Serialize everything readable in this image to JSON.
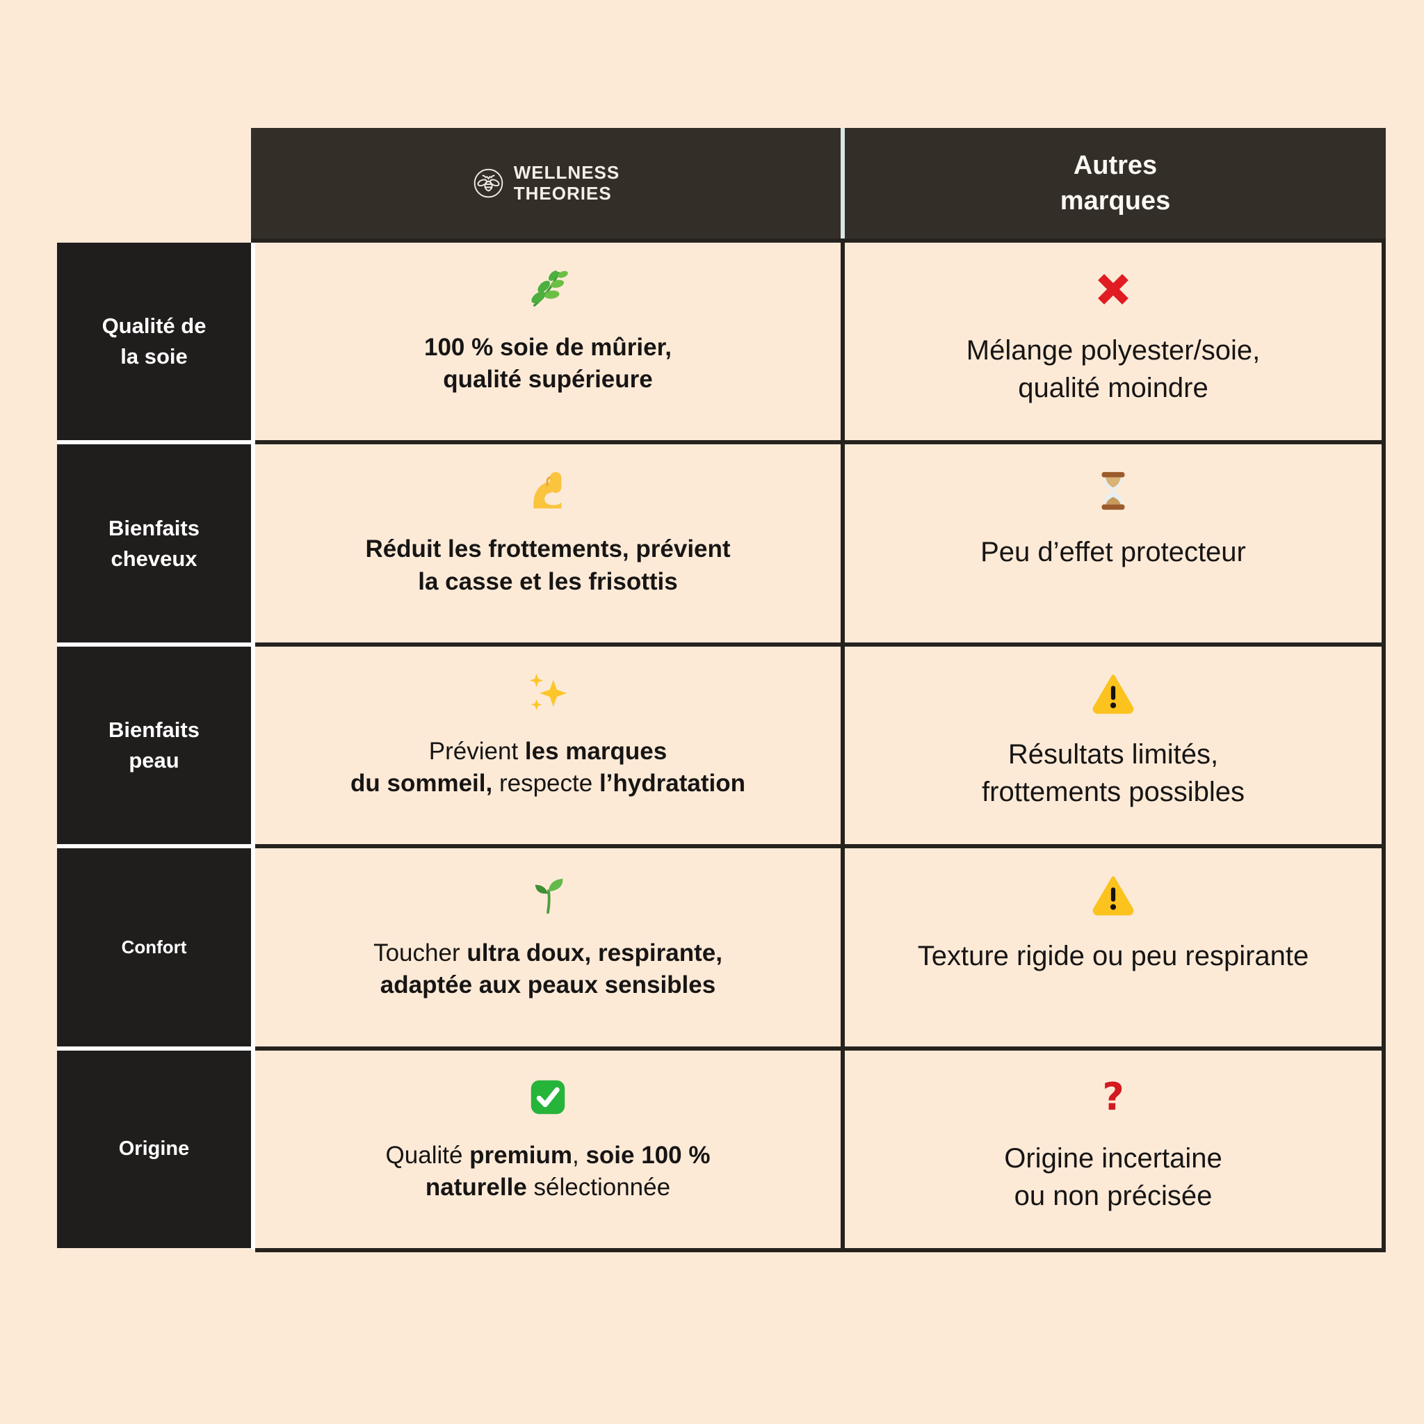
{
  "page": {
    "background": "#fcead7"
  },
  "colors": {
    "cream": "#fcead7",
    "header_bg": "#332e28",
    "label_bg": "#201e1d",
    "table_border": "#26221e",
    "header_divider": "#d9e6e4",
    "gap_white": "#ffffff",
    "text_dark": "#171514",
    "cross_red": "#e01b22",
    "question_red": "#d41920",
    "warning_yellow": "#fcc21d",
    "check_green": "#27b43a"
  },
  "header": {
    "brand": {
      "icon": "bee-logo-icon",
      "lines": [
        "WELLNESS",
        "THEORIES"
      ]
    },
    "other_brands": {
      "lines": [
        "Autres",
        "marques"
      ]
    }
  },
  "rows": [
    {
      "label_lines": [
        "Qualité de",
        "la soie"
      ],
      "left": {
        "icon": "herb-icon",
        "lines": [
          [
            {
              "t": "100 % soie de mûrier,",
              "b": true
            }
          ],
          [
            {
              "t": "qualité supérieure",
              "b": true
            }
          ]
        ]
      },
      "right": {
        "icon": "cross-mark-icon",
        "lines": [
          [
            {
              "t": "Mélange polyester/soie,",
              "b": false
            }
          ],
          [
            {
              "t": "qualité moindre",
              "b": false
            }
          ]
        ]
      }
    },
    {
      "label_lines": [
        "Bienfaits",
        "cheveux"
      ],
      "left": {
        "icon": "flexed-biceps-icon",
        "lines": [
          [
            {
              "t": "Réduit les frottements, prévient",
              "b": true
            }
          ],
          [
            {
              "t": "la casse et les frisottis",
              "b": true
            }
          ]
        ]
      },
      "right": {
        "icon": "hourglass-icon",
        "lines": [
          [
            {
              "t": "Peu d’effet protecteur",
              "b": false
            }
          ]
        ]
      }
    },
    {
      "label_lines": [
        "Bienfaits",
        "peau"
      ],
      "left": {
        "icon": "sparkles-icon",
        "lines": [
          [
            {
              "t": "Prévient ",
              "b": false
            },
            {
              "t": "les marques",
              "b": true
            }
          ],
          [
            {
              "t": "du sommeil,",
              "b": true
            },
            {
              "t": " respecte ",
              "b": false
            },
            {
              "t": "l’hydratation",
              "b": true
            }
          ]
        ]
      },
      "right": {
        "icon": "warning-icon",
        "lines": [
          [
            {
              "t": "Résultats limités,",
              "b": false
            }
          ],
          [
            {
              "t": "frottements possibles",
              "b": false
            }
          ]
        ]
      }
    },
    {
      "label_lines": [
        "Confort"
      ],
      "left": {
        "icon": "seedling-icon",
        "lines": [
          [
            {
              "t": "Toucher ",
              "b": false
            },
            {
              "t": "ultra doux, respirante,",
              "b": true
            }
          ],
          [
            {
              "t": "adaptée aux peaux sensibles",
              "b": true
            }
          ]
        ]
      },
      "right": {
        "icon": "warning-icon",
        "lines": [
          [
            {
              "t": "Texture rigide ou peu respirante",
              "b": false
            }
          ]
        ]
      }
    },
    {
      "label_lines": [
        "Origine"
      ],
      "left": {
        "icon": "check-mark-icon",
        "lines": [
          [
            {
              "t": "Qualité ",
              "b": false
            },
            {
              "t": "premium",
              "b": true
            },
            {
              "t": ", ",
              "b": false
            },
            {
              "t": "soie 100 %",
              "b": true
            }
          ],
          [
            {
              "t": "naturelle",
              "b": true
            },
            {
              "t": " sélectionnée",
              "b": false
            }
          ]
        ]
      },
      "right": {
        "icon": "question-mark-icon",
        "lines": [
          [
            {
              "t": "Origine incertaine",
              "b": false
            }
          ],
          [
            {
              "t": "ou non précisée",
              "b": false
            }
          ]
        ]
      }
    }
  ]
}
